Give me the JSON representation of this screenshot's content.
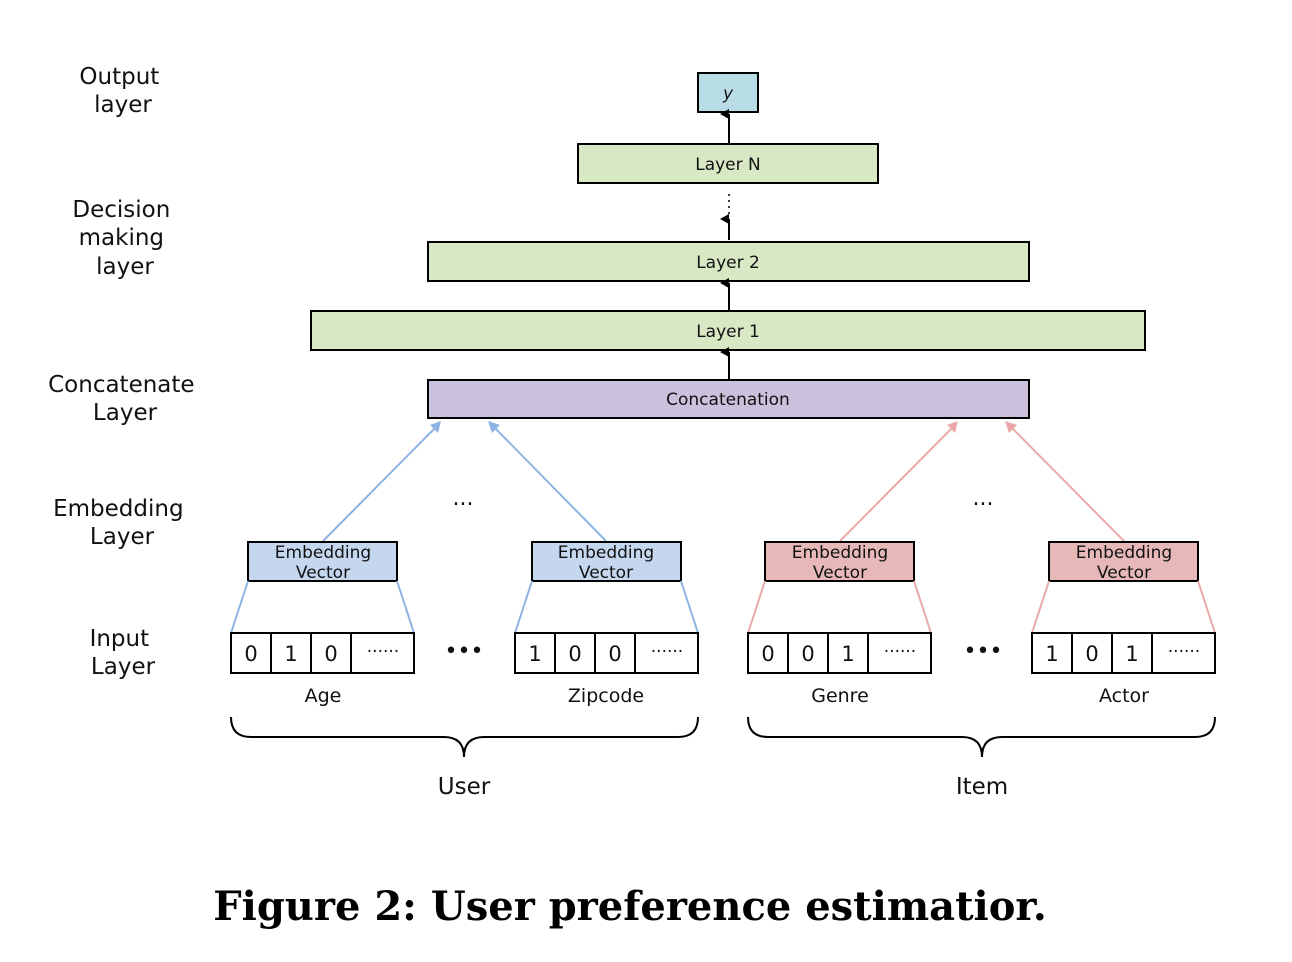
{
  "left_labels": {
    "output": [
      "Output",
      "layer"
    ],
    "decision": [
      "Decision",
      "making",
      "layer"
    ],
    "concatenate": [
      "Concatenate",
      "Layer"
    ],
    "embedding": [
      "Embedding",
      "Layer"
    ],
    "input": [
      "Input",
      "Layer"
    ]
  },
  "output_node": "y",
  "layers": {
    "layer_n": "Layer N",
    "layer_2": "Layer 2",
    "layer_1": "Layer 1",
    "concat": "Concatenation"
  },
  "embedding_box": [
    "Embedding",
    "Vector"
  ],
  "ellipsis": "...",
  "dots_big": "•••",
  "cell_dots": "······",
  "features": [
    {
      "name": "Age",
      "cells": [
        "0",
        "1",
        "0"
      ]
    },
    {
      "name": "Zipcode",
      "cells": [
        "1",
        "0",
        "0"
      ]
    },
    {
      "name": "Genre",
      "cells": [
        "0",
        "0",
        "1"
      ]
    },
    {
      "name": "Actor",
      "cells": [
        "1",
        "0",
        "1"
      ]
    }
  ],
  "groups": {
    "user": "User",
    "item": "Item"
  },
  "caption": "Figure 2: User preference estimatior.",
  "colors": {
    "green": "#d9e8c4",
    "purple": "#ccc1dd",
    "cyan": "#b8dde6",
    "blue": "#c4d7ee",
    "red": "#e6b9b8",
    "blue_line": "#8db3e2",
    "red_line": "#eaa9a8"
  }
}
